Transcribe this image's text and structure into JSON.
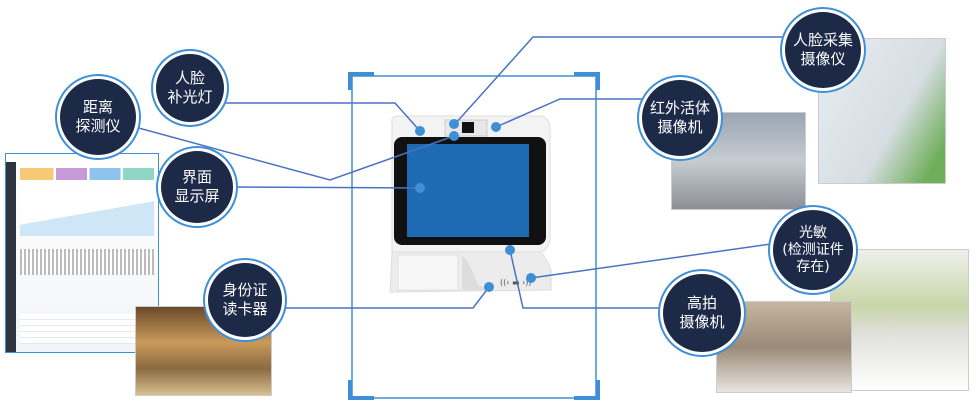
{
  "labels": {
    "distance_sensor": "距离\n探测仪",
    "face_fill_light": "人脸\n补光灯",
    "display_screen": "界面\n显示屏",
    "id_card_reader": "身份证\n读卡器",
    "face_camera": "人脸采集\n摄像仪",
    "infrared_camera": "红外活体\n摄像机",
    "light_sensor": "光敏\n(检测证件\n存在)",
    "document_camera": "高拍\n摄像机"
  },
  "colors": {
    "label_bg": "#1c2a48",
    "accent": "#3f8fd6",
    "screen": "#1f6bb3",
    "line": "#4a72c4"
  }
}
